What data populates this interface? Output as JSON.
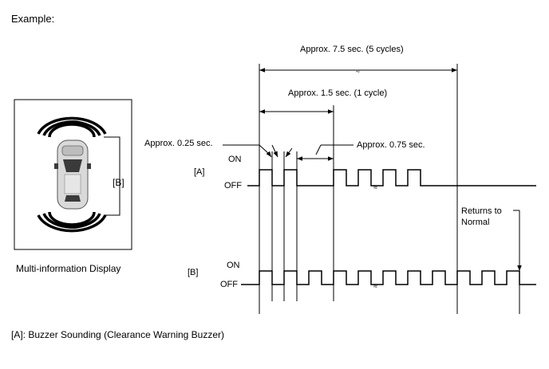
{
  "heading": "Example:",
  "display": {
    "caption": "Multi-information Display",
    "bracket_label": "[B]"
  },
  "timing": {
    "span_total": "Approx. 7.5 sec. (5 cycles)",
    "span_cycle": "Approx. 1.5 sec. (1 cycle)",
    "on_time": "Approx. 0.25 sec.",
    "off_time": "Approx. 0.75 sec.",
    "returns_to_normal": [
      "Returns to",
      "Normal"
    ]
  },
  "signals": {
    "a": {
      "label": "[A]",
      "on": "ON",
      "off": "OFF"
    },
    "b": {
      "label": "[B]",
      "on": "ON",
      "off": "OFF"
    }
  },
  "footnote": "[A]: Buzzer Sounding (Clearance Warning Buzzer)",
  "colors": {
    "line": "#000000",
    "car_body": "#d9d9d9",
    "car_dark": "#3a3a3a"
  }
}
